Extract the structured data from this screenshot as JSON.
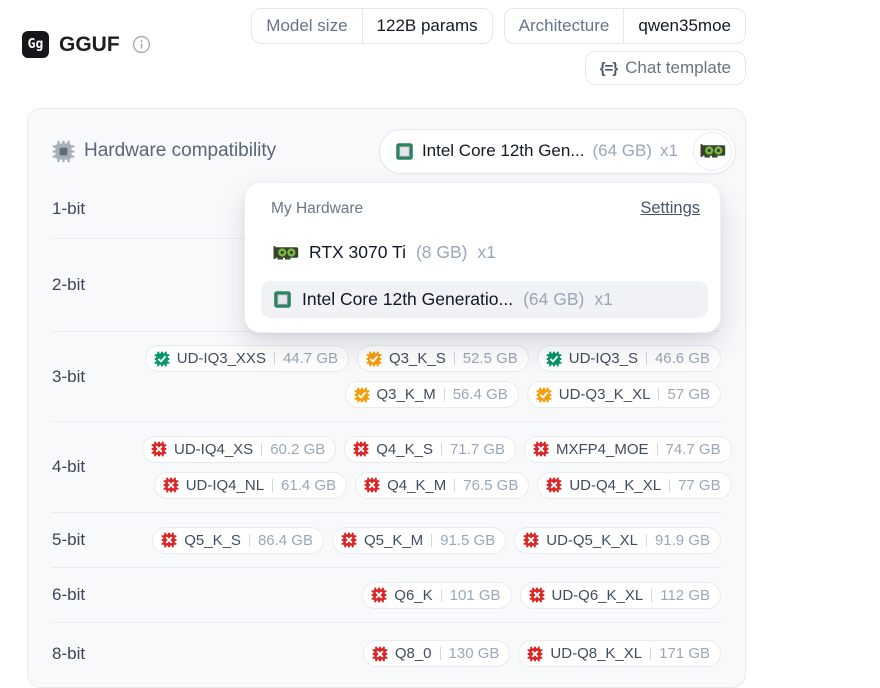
{
  "page": {
    "gguf": {
      "logo_text": "Gg",
      "title": "GGUF"
    },
    "meta_badges": [
      {
        "label": "Model size",
        "value": "122B params"
      },
      {
        "label": "Architecture",
        "value": "qwen35moe"
      }
    ],
    "chat_template": {
      "icon_glyph": "{=}",
      "label": "Chat template"
    }
  },
  "card": {
    "title": "Hardware compatibility",
    "selector": {
      "icon": "cpu",
      "name": "Intel Core 12th Gen...",
      "memory": "(64 GB)",
      "count": "x1",
      "gpu_button_icon": "gpu-icon"
    },
    "popover": {
      "title": "My Hardware",
      "settings_label": "Settings",
      "items": [
        {
          "icon": "gpu",
          "name": "RTX 3070 Ti",
          "memory": "(8 GB)",
          "count": "x1",
          "selected": false
        },
        {
          "icon": "cpu",
          "name": "Intel Core 12th Generatio...",
          "memory": "(64 GB)",
          "count": "x1",
          "selected": true
        }
      ]
    },
    "rows": [
      {
        "label": "1-bit",
        "lines": []
      },
      {
        "label": "2-bit",
        "lines": []
      },
      {
        "label": "3-bit",
        "lines": [
          [
            {
              "name": "UD-IQ3_XXS",
              "size": "44.7 GB",
              "status": "green"
            },
            {
              "name": "Q3_K_S",
              "size": "52.5 GB",
              "status": "orange"
            },
            {
              "name": "UD-IQ3_S",
              "size": "46.6 GB",
              "status": "green"
            }
          ],
          [
            {
              "name": "Q3_K_M",
              "size": "56.4 GB",
              "status": "orange"
            },
            {
              "name": "UD-Q3_K_XL",
              "size": "57 GB",
              "status": "orange"
            }
          ]
        ]
      },
      {
        "label": "4-bit",
        "lines": [
          [
            {
              "name": "UD-IQ4_XS",
              "size": "60.2 GB",
              "status": "red"
            },
            {
              "name": "Q4_K_S",
              "size": "71.7 GB",
              "status": "red"
            },
            {
              "name": "MXFP4_MOE",
              "size": "74.7 GB",
              "status": "red"
            }
          ],
          [
            {
              "name": "UD-IQ4_NL",
              "size": "61.4 GB",
              "status": "red"
            },
            {
              "name": "Q4_K_M",
              "size": "76.5 GB",
              "status": "red"
            },
            {
              "name": "UD-Q4_K_XL",
              "size": "77 GB",
              "status": "red"
            }
          ]
        ]
      },
      {
        "label": "5-bit",
        "lines": [
          [
            {
              "name": "Q5_K_S",
              "size": "86.4 GB",
              "status": "red"
            },
            {
              "name": "Q5_K_M",
              "size": "91.5 GB",
              "status": "red"
            },
            {
              "name": "UD-Q5_K_XL",
              "size": "91.9 GB",
              "status": "red"
            }
          ]
        ]
      },
      {
        "label": "6-bit",
        "lines": [
          [
            {
              "name": "Q6_K",
              "size": "101 GB",
              "status": "red"
            },
            {
              "name": "UD-Q6_K_XL",
              "size": "112 GB",
              "status": "red"
            }
          ]
        ]
      },
      {
        "label": "8-bit",
        "lines": [
          [
            {
              "name": "Q8_0",
              "size": "130 GB",
              "status": "red"
            },
            {
              "name": "UD-Q8_K_XL",
              "size": "171 GB",
              "status": "red"
            }
          ]
        ]
      }
    ]
  },
  "colors": {
    "green": "#059669",
    "orange": "#f59e0b",
    "red": "#dc2626"
  }
}
